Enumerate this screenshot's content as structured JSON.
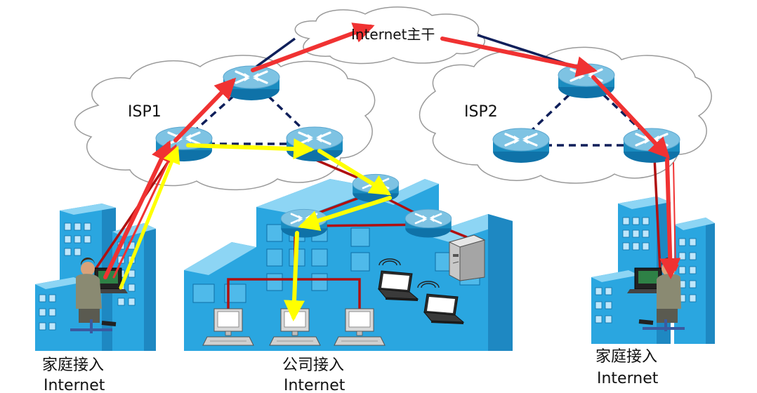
{
  "labels": {
    "backbone": "Internet主干",
    "isp1": "ISP1",
    "isp2": "ISP2",
    "home_left_line1": "家庭接入",
    "home_left_line2": "Internet",
    "office_line1": "公司接入",
    "office_line2": "Internet",
    "home_right_line1": "家庭接入",
    "home_right_line2": "Internet"
  },
  "colors": {
    "router_top": "#7ec3e3",
    "router_body": "#1a8cc0",
    "building": "#2aa6e0",
    "building_dark": "#1e88c2",
    "building_light": "#8dd5f4",
    "cloud_stroke": "#9a9a9a",
    "dark_link": "#0f1f5a",
    "red_link": "#b01010",
    "red_arrow": "#f03232",
    "yellow_arrow": "#ffff00"
  }
}
